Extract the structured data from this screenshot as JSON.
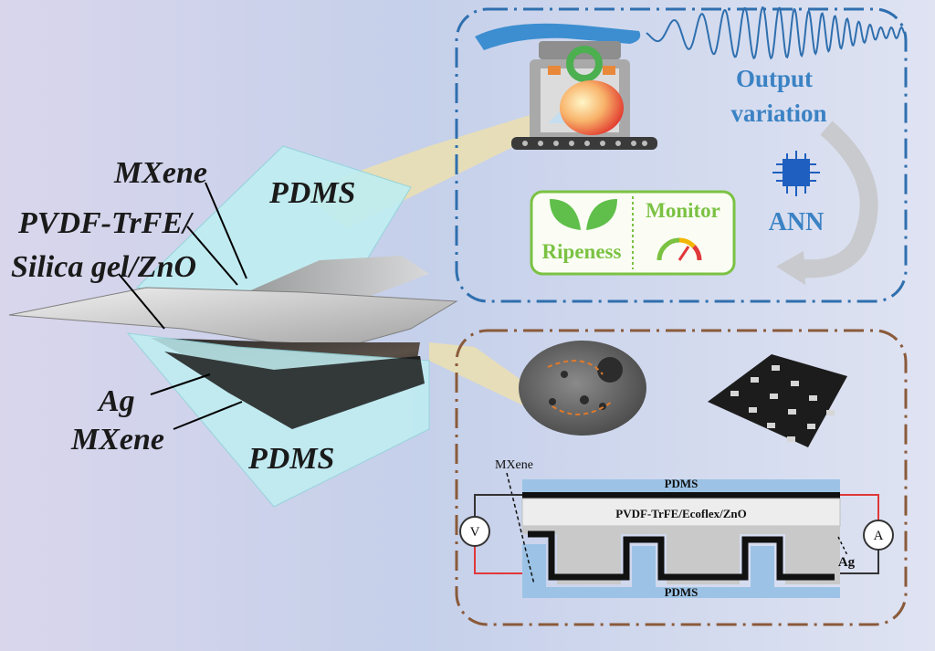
{
  "left_labels": {
    "mxene_top": "MXene",
    "pdms_top": "PDMS",
    "pvdf": "PVDF-TrFE/",
    "silica": "Silica gel/ZnO",
    "ag": "Ag",
    "mxene_bottom": "MXene",
    "pdms_bottom": "PDMS"
  },
  "top_panel": {
    "output_line1": "Output",
    "output_line2": "variation",
    "ann": "ANN",
    "monitor": "Monitor",
    "ripeness": "Ripeness"
  },
  "cross_section": {
    "mxene": "MXene",
    "pdms_top": "PDMS",
    "middle_layer": "PVDF-TrFE/Ecoflex/ZnO",
    "pdms_bottom": "PDMS",
    "voltmeter": "V",
    "ammeter": "A",
    "ag": "Ag"
  },
  "colors": {
    "top_panel_border": "#2f6fae",
    "bottom_panel_border": "#8a5a3a",
    "film_cyan": "#bfeef2",
    "circuit_red": "#e0383a",
    "label_green": "#7bc243",
    "pdms_blue": "#9cc3e6"
  }
}
